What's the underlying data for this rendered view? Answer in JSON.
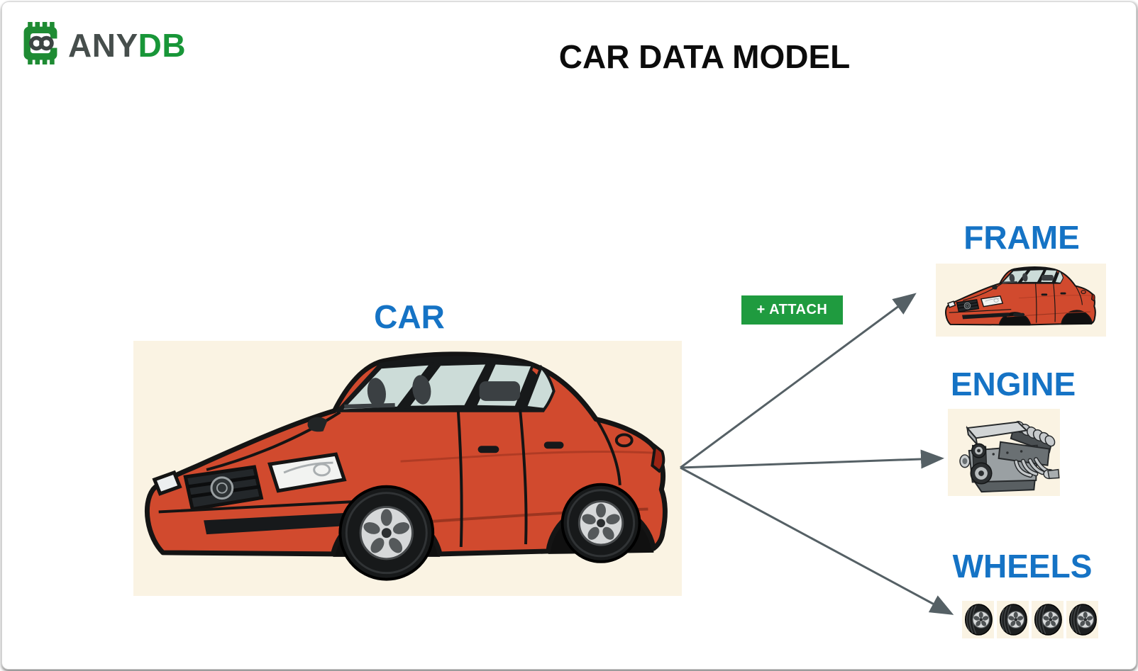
{
  "brand": {
    "name_part1": "ANY",
    "name_part2": "DB",
    "logo_icon": "anydb-chip-infinity-icon",
    "name_color": "#464e4c",
    "accent_color": "#189638"
  },
  "header": {
    "title": "CAR DATA MODEL"
  },
  "colors": {
    "label_blue": "#1573c5",
    "button_green": "#1f9b3f",
    "illustration_background": "#faf3e3",
    "arrow_gray": "#556065",
    "car_red": "#d14a2e"
  },
  "diagram": {
    "car": {
      "label": "CAR",
      "image": "red-sedan-car-illustration"
    },
    "attach_button": {
      "label": "+ ATTACH"
    },
    "components": [
      {
        "id": "frame",
        "label": "FRAME",
        "image": "car-frame-body-illustration"
      },
      {
        "id": "engine",
        "label": "ENGINE",
        "image": "engine-block-illustration"
      },
      {
        "id": "wheels",
        "label": "WHEELS",
        "image": "tire-wheel-illustration",
        "wheel_count": 4
      }
    ]
  }
}
